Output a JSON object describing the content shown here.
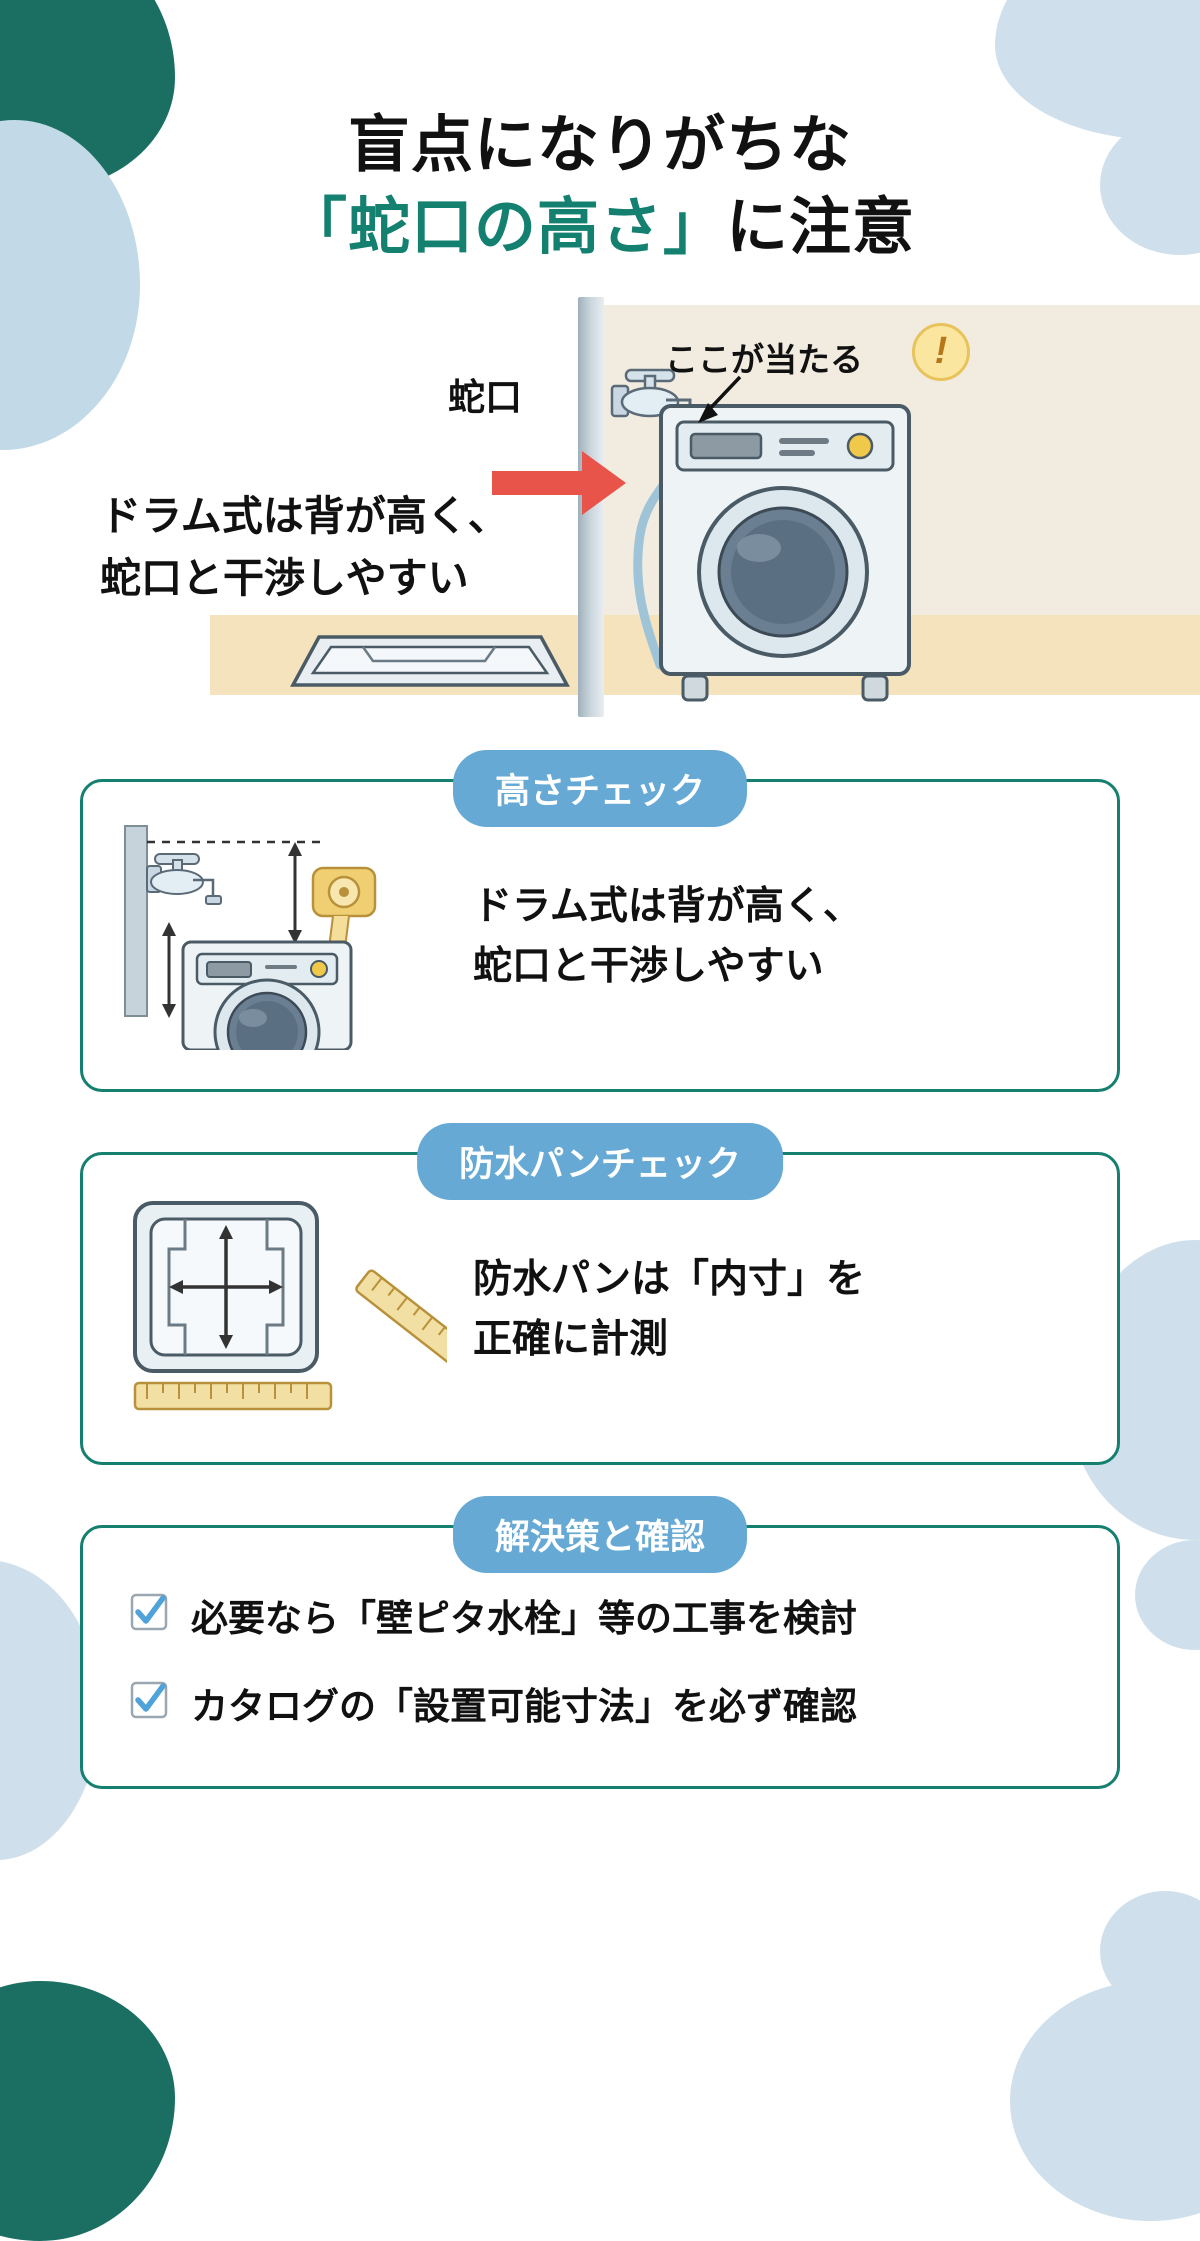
{
  "title": {
    "line1": "盲点になりがちな",
    "line2_prefix": "「蛇口の高さ」",
    "line2_suffix": "に注意"
  },
  "hero": {
    "faucet_label": "蛇口",
    "callout": "ここが当たる",
    "warning_icon": "!",
    "copy_line1": "ドラム式は背が高く、",
    "copy_line2": "蛇口と干渉しやすい"
  },
  "sections": [
    {
      "badge": "高さチェック",
      "text_line1": "ドラム式は背が高く、",
      "text_line2": "蛇口と干渉しやすい",
      "art": "faucet-measure-illustration"
    },
    {
      "badge": "防水パンチェック",
      "text_line1": "防水パンは「内寸」を",
      "text_line2": "正確に計測",
      "art": "drain-pan-ruler-illustration"
    }
  ],
  "checklist_section": {
    "badge": "解決策と確認",
    "items": [
      {
        "label": "必要なら「壁ピタ水栓」等の工事を検討",
        "checked": true
      },
      {
        "label": "カタログの「設置可能寸法」を必ず確認",
        "checked": true
      }
    ]
  },
  "colors": {
    "accent_green": "#138070",
    "card_border": "#157f70",
    "badge_blue": "#66a9d4",
    "check_blue": "#4fa3d8",
    "blob_blue": "#cfe0ec",
    "blob_teal": "#1a6f62",
    "floor": "#f5e3bd",
    "wall_bg": "#f2ece0",
    "arrow_red": "#e8534a",
    "warn_yellow": "#fbe6a0"
  }
}
